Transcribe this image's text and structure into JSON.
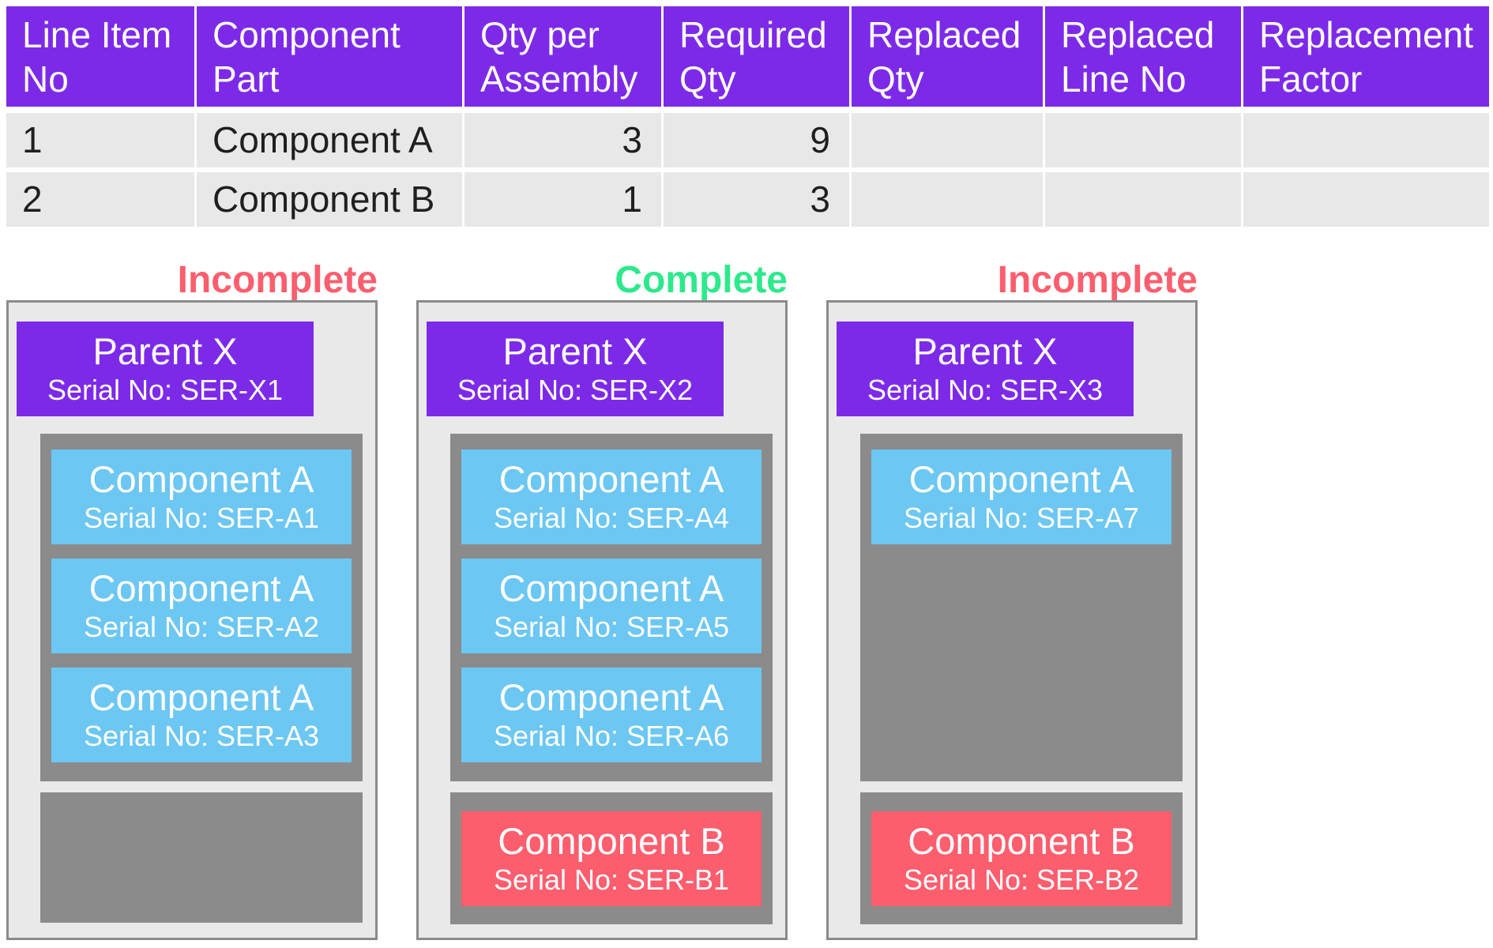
{
  "table": {
    "headers": [
      "Line Item\nNo",
      "Component\nPart",
      "Qty per\nAssembly",
      "Required\nQty",
      "Replaced\nQty",
      "Replaced\nLine No",
      "Replacement\nFactor"
    ],
    "rows": [
      [
        "1",
        "Component A",
        "3",
        "9",
        "",
        "",
        ""
      ],
      [
        "2",
        "Component B",
        "1",
        "3",
        "",
        "",
        ""
      ]
    ]
  },
  "cards": [
    {
      "status": "Incomplete",
      "status_color": "#FC5E6E",
      "parent": {
        "title": "Parent X",
        "serial": "Serial No: SER-X1"
      },
      "components_a": [
        {
          "title": "Component A",
          "serial": "Serial No: SER-A1"
        },
        {
          "title": "Component A",
          "serial": "Serial No: SER-A2"
        },
        {
          "title": "Component A",
          "serial": "Serial No: SER-A3"
        }
      ],
      "component_b": null
    },
    {
      "status": "Complete",
      "status_color": "#2EE98C",
      "parent": {
        "title": "Parent X",
        "serial": "Serial No: SER-X2"
      },
      "components_a": [
        {
          "title": "Component A",
          "serial": "Serial No: SER-A4"
        },
        {
          "title": "Component A",
          "serial": "Serial No: SER-A5"
        },
        {
          "title": "Component A",
          "serial": "Serial No: SER-A6"
        }
      ],
      "component_b": {
        "title": "Component B",
        "serial": "Serial No: SER-B1"
      }
    },
    {
      "status": "Incomplete",
      "status_color": "#FC5E6E",
      "parent": {
        "title": "Parent X",
        "serial": "Serial No: SER-X3"
      },
      "components_a": [
        {
          "title": "Component A",
          "serial": "Serial No: SER-A7"
        }
      ],
      "component_b": {
        "title": "Component B",
        "serial": "Serial No: SER-B2"
      }
    }
  ],
  "colors": {
    "header_purple": "#7D2AE8",
    "parent_purple": "#7D2AE8",
    "row_gray": "#E8E8E8",
    "card_bg": "#E9E9E9",
    "container_gray": "#8B8B8B",
    "component_a_blue": "#6CC7F2",
    "component_b_coral": "#FC5E6E",
    "incomplete_red": "#FC5E6E",
    "complete_green": "#2EE98C"
  }
}
